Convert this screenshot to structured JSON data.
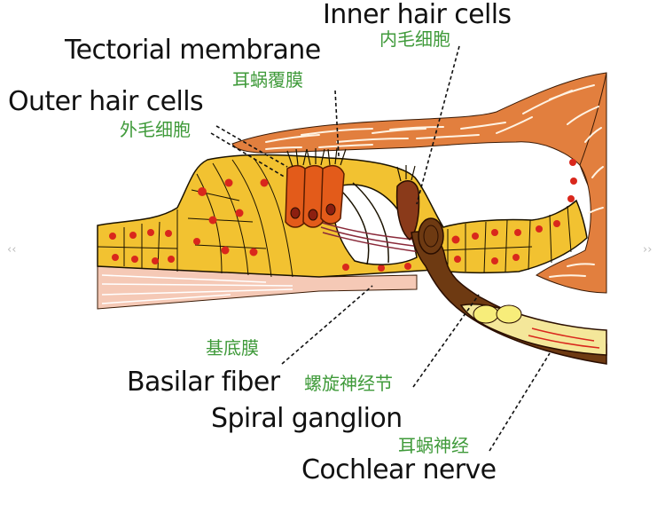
{
  "labels": {
    "inner_hair_cells": {
      "en": "Inner hair cells",
      "zh": "内毛细胞"
    },
    "tectorial_membrane": {
      "en": "Tectorial membrane",
      "zh": "耳蜗覆膜"
    },
    "outer_hair_cells": {
      "en": "Outer hair cells",
      "zh": "外毛细胞"
    },
    "basilar_fiber": {
      "en": "Basilar fiber",
      "zh": "基底膜"
    },
    "spiral_ganglion": {
      "en": "Spiral ganglion",
      "zh": "螺旋神经节"
    },
    "cochlear_nerve": {
      "en": "Cochlear nerve",
      "zh": "耳蜗神经"
    }
  },
  "nav": {
    "prev_icon": "chevron-left-icon",
    "next_icon": "chevron-right-icon",
    "prev_glyph": "‹‹",
    "next_glyph": "››"
  },
  "colors": {
    "support_cells": "#f2c231",
    "cell_outline": "#1a1200",
    "nuclei": "#d9271c",
    "tectorial": "#e27f3e",
    "outer_hair_cells": "#e35b1a",
    "nerve": "#6e3a12",
    "ganglion": "#f4e79a",
    "chinese_labels": "#3f9a3a"
  }
}
